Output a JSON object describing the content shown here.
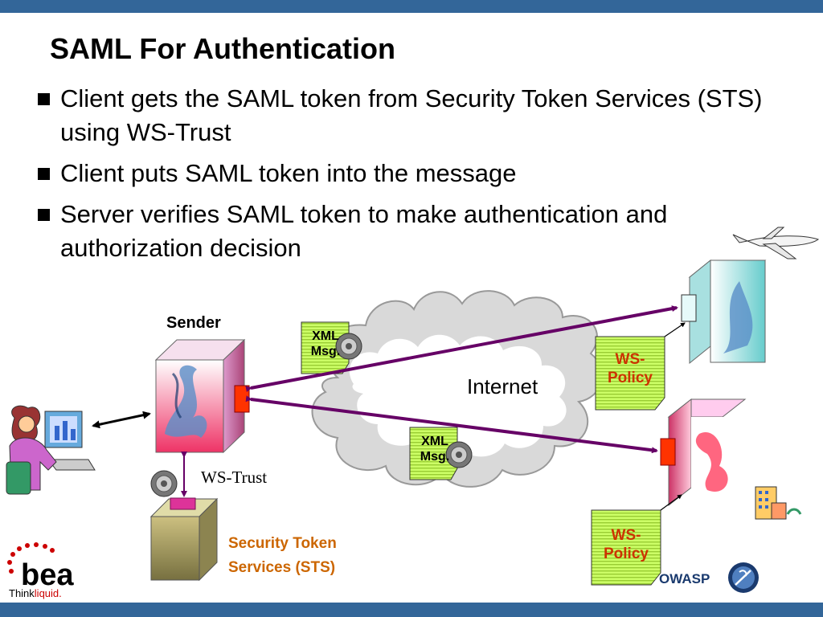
{
  "slide": {
    "title": "SAML For Authentication",
    "bullets": [
      "Client gets the SAML token from Security Token Services (STS) using WS-Trust",
      "Client puts SAML token into the message",
      "Server verifies SAML token to make authentication and authorization decision"
    ]
  },
  "diagram": {
    "sender_label": "Sender",
    "internet_label": "Internet",
    "ws_trust_label": "WS-Trust",
    "sts_label": "Security Token Services (STS)",
    "xml_msg_label_1": "XML Msg.",
    "xml_msg_label_2": "XML Msg.",
    "ws_policy_label_1": "WS-Policy",
    "ws_policy_label_2": "WS-Policy"
  },
  "footer": {
    "logo_text": "bea",
    "logo_tagline_think": "Think",
    "logo_tagline_liquid": "liquid.",
    "owasp_label": "OWASP"
  },
  "colors": {
    "bar": "#336699",
    "arrow": "#660066",
    "policy_text": "#cc3300",
    "sts_text": "#cc6600",
    "document_fill": "#ccff66",
    "cloud_fill": "#d9d9d9"
  },
  "icons": [
    "client-user-icon",
    "airplane-icon",
    "building-icon",
    "gear-icon"
  ]
}
